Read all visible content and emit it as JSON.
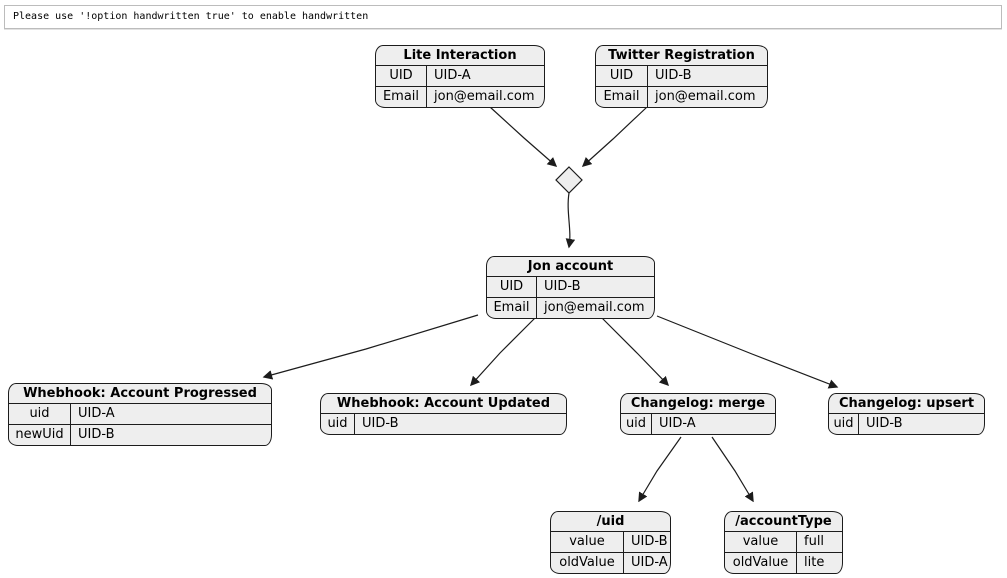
{
  "banner": {
    "text": "Please use '!option handwritten true' to enable handwritten"
  },
  "colors": {
    "node_fill": "#eeeeee",
    "node_border": "#1c1c1c",
    "edge": "#1c1c1c",
    "banner_border": "#bcbcbc",
    "background": "#ffffff",
    "text": "#000000"
  },
  "nodes": [
    {
      "title": "Lite Interaction",
      "rows": [
        {
          "key": "UID",
          "value": "UID-A"
        },
        {
          "key": "Email",
          "value": "jon@email.com"
        }
      ]
    },
    {
      "title": "Twitter Registration",
      "rows": [
        {
          "key": "UID",
          "value": "UID-B"
        },
        {
          "key": "Email",
          "value": "jon@email.com"
        }
      ]
    },
    {
      "title": "Jon account",
      "rows": [
        {
          "key": "UID",
          "value": "UID-B"
        },
        {
          "key": "Email",
          "value": "jon@email.com"
        }
      ]
    },
    {
      "title": "Whebhook: Account Progressed",
      "rows": [
        {
          "key": "uid",
          "value": "UID-A"
        },
        {
          "key": "newUid",
          "value": "UID-B"
        }
      ]
    },
    {
      "title": "Whebhook: Account Updated",
      "rows": [
        {
          "key": "uid",
          "value": "UID-B"
        }
      ]
    },
    {
      "title": "Changelog: merge",
      "rows": [
        {
          "key": "uid",
          "value": "UID-A"
        }
      ]
    },
    {
      "title": "Changelog: upsert",
      "rows": [
        {
          "key": "uid",
          "value": "UID-B"
        }
      ]
    },
    {
      "title": "/uid",
      "rows": [
        {
          "key": "value",
          "value": "UID-B"
        },
        {
          "key": "oldValue",
          "value": "UID-A"
        }
      ]
    },
    {
      "title": "/accountType",
      "rows": [
        {
          "key": "value",
          "value": "full"
        },
        {
          "key": "oldValue",
          "value": "lite"
        }
      ]
    }
  ],
  "connector": {
    "type": "merge-diamond"
  },
  "edges": [
    {
      "from": "Lite Interaction",
      "to": "merge-diamond"
    },
    {
      "from": "Twitter Registration",
      "to": "merge-diamond"
    },
    {
      "from": "merge-diamond",
      "to": "Jon account"
    },
    {
      "from": "Jon account",
      "to": "Whebhook: Account Progressed"
    },
    {
      "from": "Jon account",
      "to": "Whebhook: Account Updated"
    },
    {
      "from": "Jon account",
      "to": "Changelog: merge"
    },
    {
      "from": "Jon account",
      "to": "Changelog: upsert"
    },
    {
      "from": "Changelog: merge",
      "to": "/uid"
    },
    {
      "from": "Changelog: merge",
      "to": "/accountType"
    }
  ]
}
